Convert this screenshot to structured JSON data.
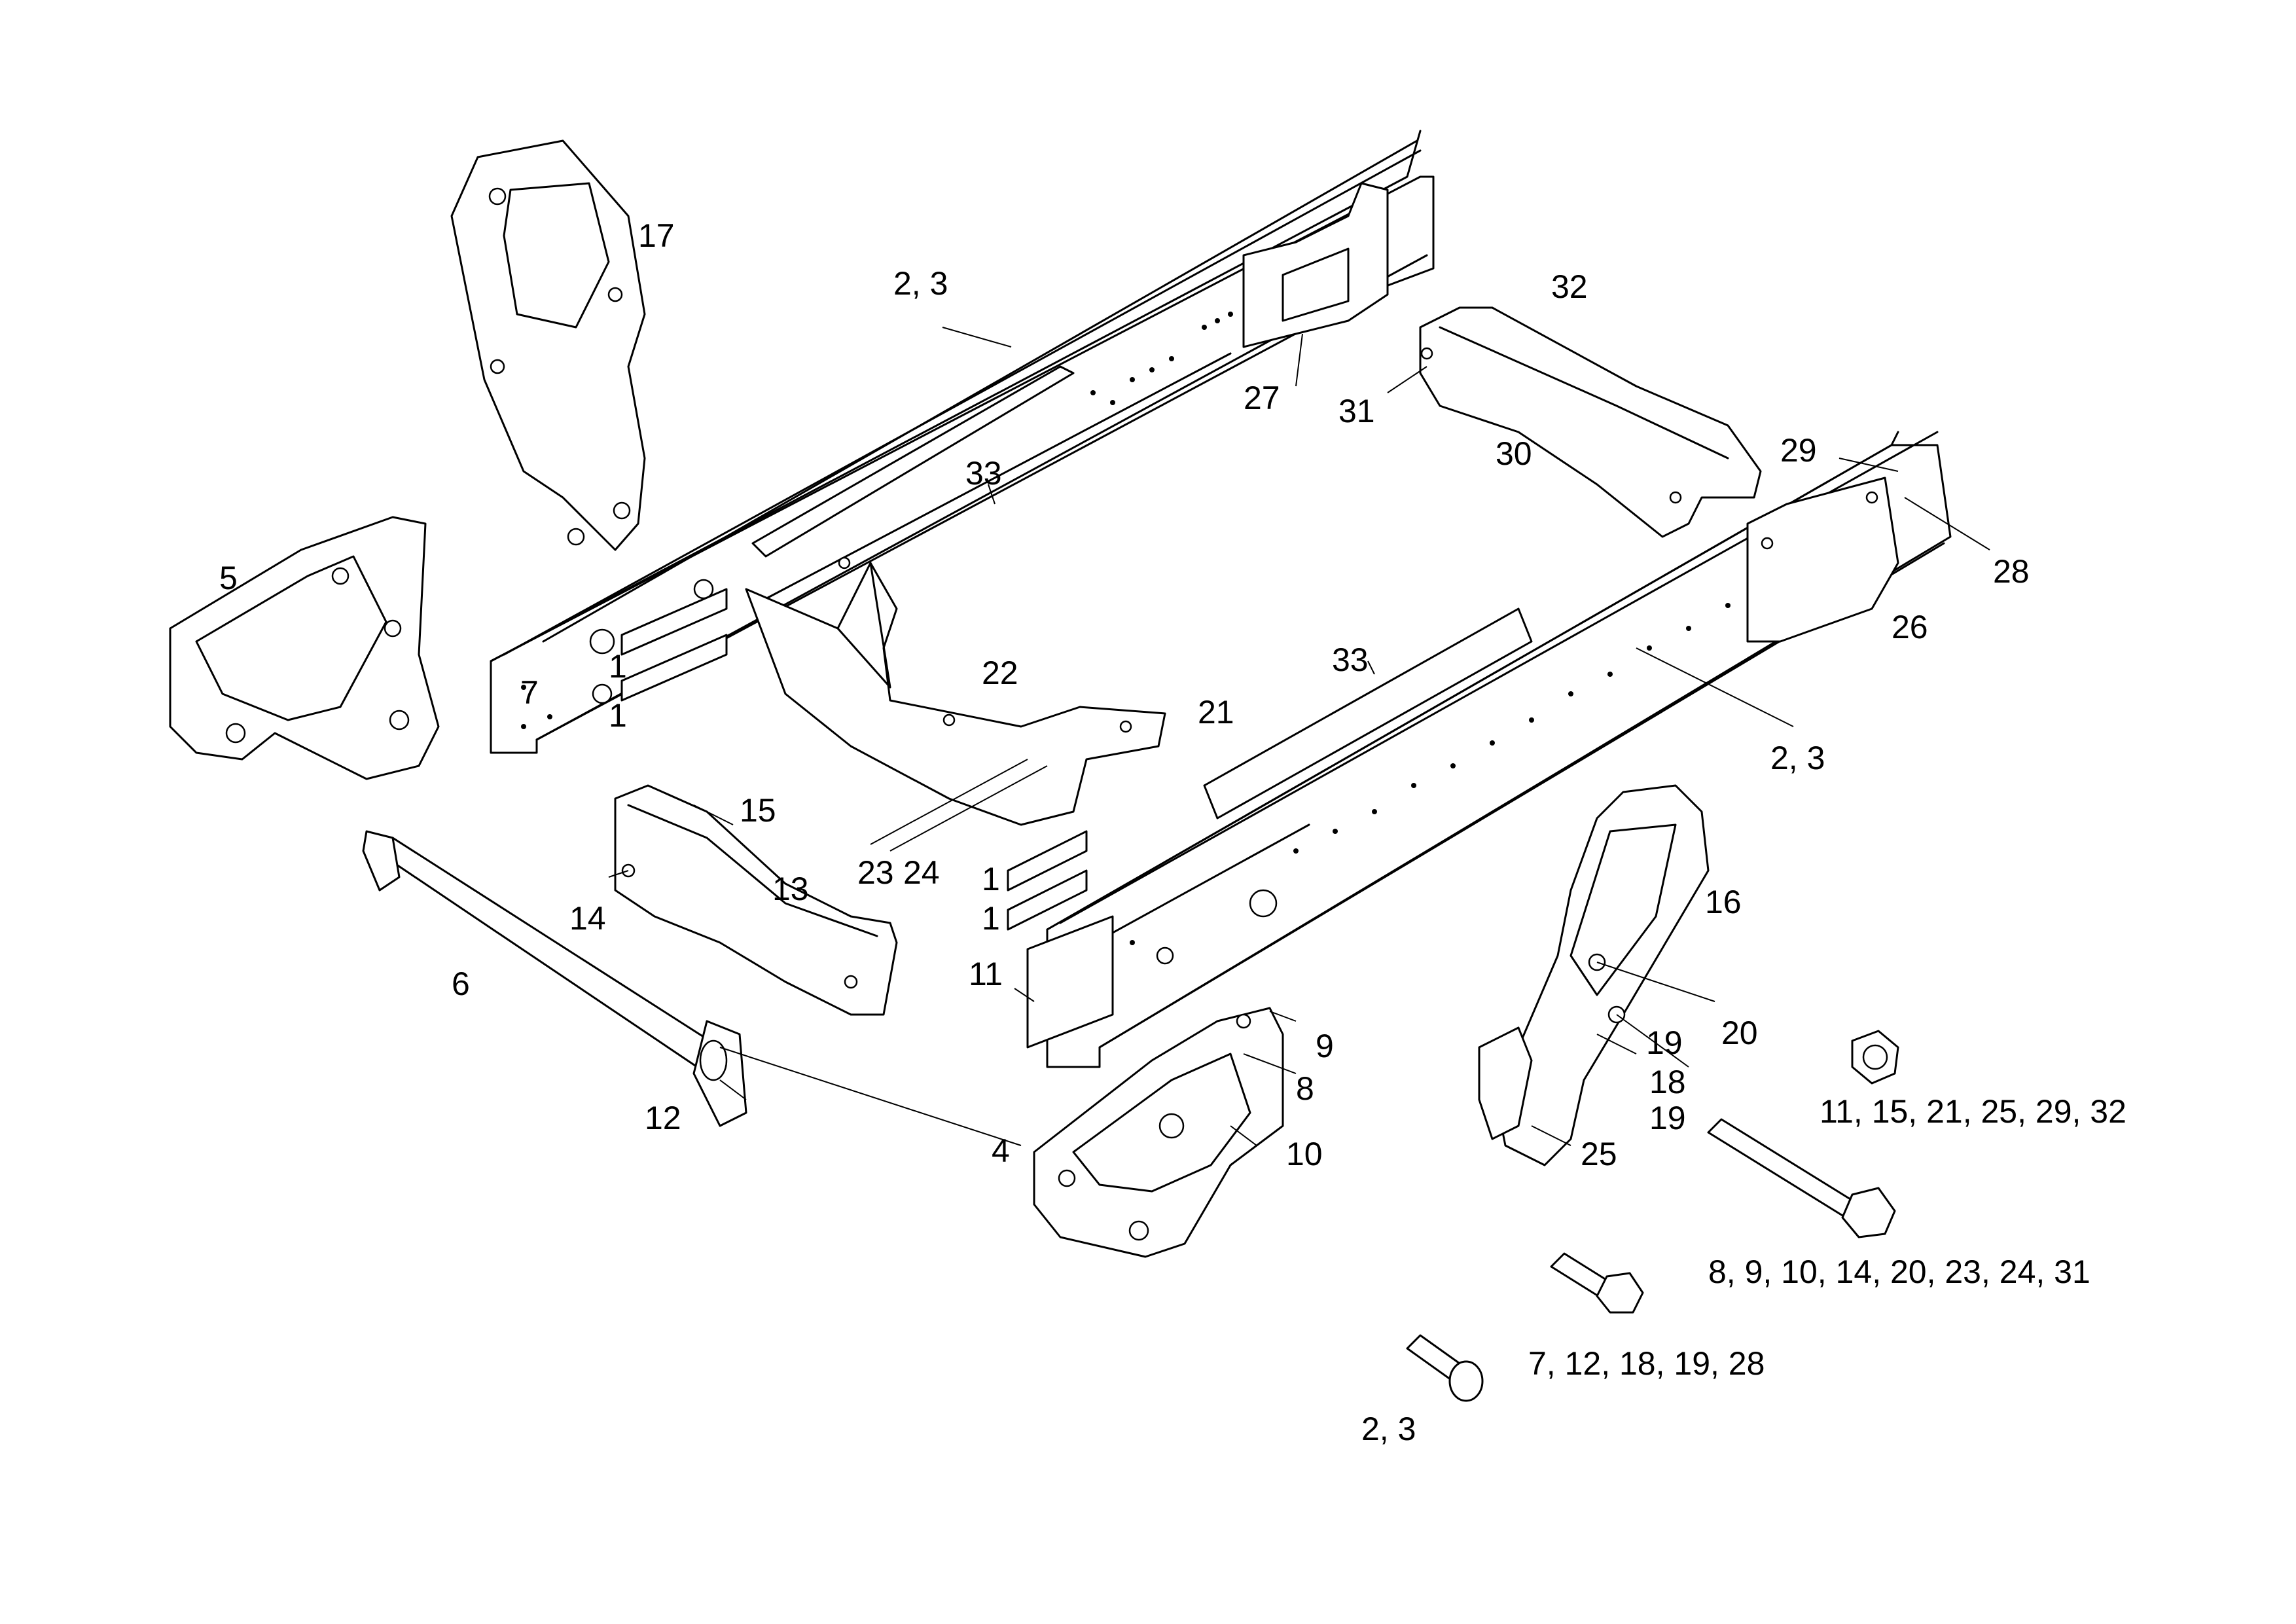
{
  "callouts": {
    "c17": "17",
    "c23_top": "2, 3",
    "c32": "32",
    "c27": "27",
    "c31": "31",
    "c30": "30",
    "c29": "29",
    "c28": "28",
    "c26": "26",
    "c33_left": "33",
    "c33_right": "33",
    "c5": "5",
    "c1_a": "1",
    "c1_b": "1",
    "c7": "7",
    "c22": "22",
    "c21": "21",
    "c23_right": "2, 3",
    "c15": "15",
    "c13": "13",
    "c14": "14",
    "c23": "23",
    "c24": "24",
    "c1_c": "1",
    "c1_d": "1",
    "c16": "16",
    "c6": "6",
    "c11": "11",
    "c9": "9",
    "c8": "8",
    "c10": "10",
    "c20": "20",
    "c19_a": "19",
    "c18": "18",
    "c19_b": "19",
    "c12": "12",
    "c4": "4",
    "c25": "25"
  },
  "hardware": {
    "nut_list": "11, 15, 21, 25, 29, 32",
    "long_bolt_list": "8, 9, 10, 14, 20, 23, 24, 31",
    "short_bolt_list": "7, 12, 18, 19, 28",
    "rivet_list": "2, 3"
  }
}
